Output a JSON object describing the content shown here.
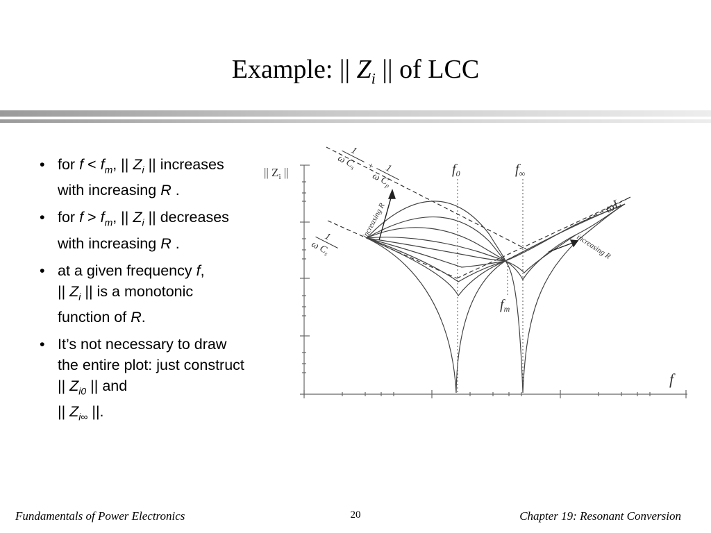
{
  "slide": {
    "title_prefix": "Example: ||",
    "title_var": "Z",
    "title_sub": "i",
    "title_suffix": "|| of LCC",
    "page_number": "20",
    "footer_left": "Fundamentals of Power Electronics",
    "footer_right": "Chapter 19:  Resonant Conversion"
  },
  "bullets": [
    {
      "parts": [
        "for ",
        "f",
        " < ",
        "f",
        "m",
        ", || ",
        "Z",
        "i",
        " || increases with increasing ",
        "R",
        " ."
      ]
    },
    {
      "parts": [
        "for ",
        "f",
        " > ",
        "f",
        "m",
        ", || ",
        "Z",
        "i",
        " || decreases with increasing ",
        "R",
        " ."
      ]
    },
    {
      "parts": [
        "at a given frequency ",
        "f",
        ",",
        "|| ",
        "Z",
        "i",
        " || is a monotonic function of ",
        "R",
        "."
      ]
    },
    {
      "parts": [
        "It’s not necessary to draw the entire plot: just construct || ",
        "Z",
        "i0",
        " || and",
        "|| ",
        "Z",
        "i∞",
        " ||."
      ]
    }
  ],
  "figure": {
    "ylabel_open": "|| Z",
    "ylabel_sub": "i",
    "ylabel_close": " ||",
    "xlabel": "f",
    "f0": "f",
    "f0_sub": "0",
    "finf": "f",
    "finf_sub": "∞",
    "fm": "f",
    "fm_sub": "m",
    "asym_left_top_num1": "1",
    "asym_left_top_den1": "ω C",
    "asym_left_top_den1_sub": "s",
    "asym_plus": "+",
    "asym_left_top_num2": "1",
    "asym_left_top_den2": "ω C",
    "asym_left_top_den2_sub": "p",
    "asym_left_bottom_num": "1",
    "asym_left_bottom_den": "ω C",
    "asym_left_bottom_den_sub": "s",
    "asym_right": "ωL",
    "arrow_left_label": "increasing R",
    "arrow_right_label": "increasing R"
  }
}
